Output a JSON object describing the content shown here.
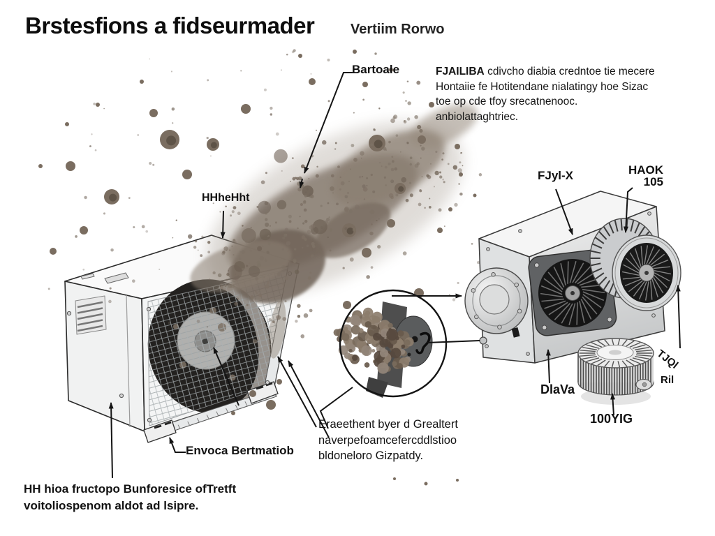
{
  "title": {
    "main": "Brstesfions a fidseurmader",
    "sub": "Vertiim Rorwo"
  },
  "intro": {
    "lead": "FJAILIBA",
    "line1": "cdivcho diabia credntoe tie mecere",
    "line2": "Hontaiie fe Hotitendane nialatingy hoe Sizac",
    "line3": "toe op cde tfoy srecatnenooc.",
    "line4": "anbiolattaghtriec."
  },
  "labels": {
    "dust": "Bartoale",
    "fan_top": "HHheHht",
    "right_fan": "FJyl-X",
    "right_blower_1": "HAOK",
    "right_blower_2": "105",
    "housing": "DlaVa",
    "filter": "100YIG",
    "rotated": "TJQl",
    "ril": "Ril",
    "base": "Envoca Bertmatiob"
  },
  "captions": {
    "clog": {
      "line1": "Eraeethent byer d Grealtert",
      "line2": "naverpefoamcefercddlstioo",
      "line3": "bldoneloro Gizpatdy."
    },
    "bottom": {
      "line1": "HH hioa fructopo Bunforesice ofTretft",
      "line2": "voitoliospenom aldot ad lsipre."
    }
  },
  "colors": {
    "ink": "#141414",
    "dust": "#8a7e71",
    "dust_dark": "#6f6458",
    "metal": "#d9dbdc"
  }
}
